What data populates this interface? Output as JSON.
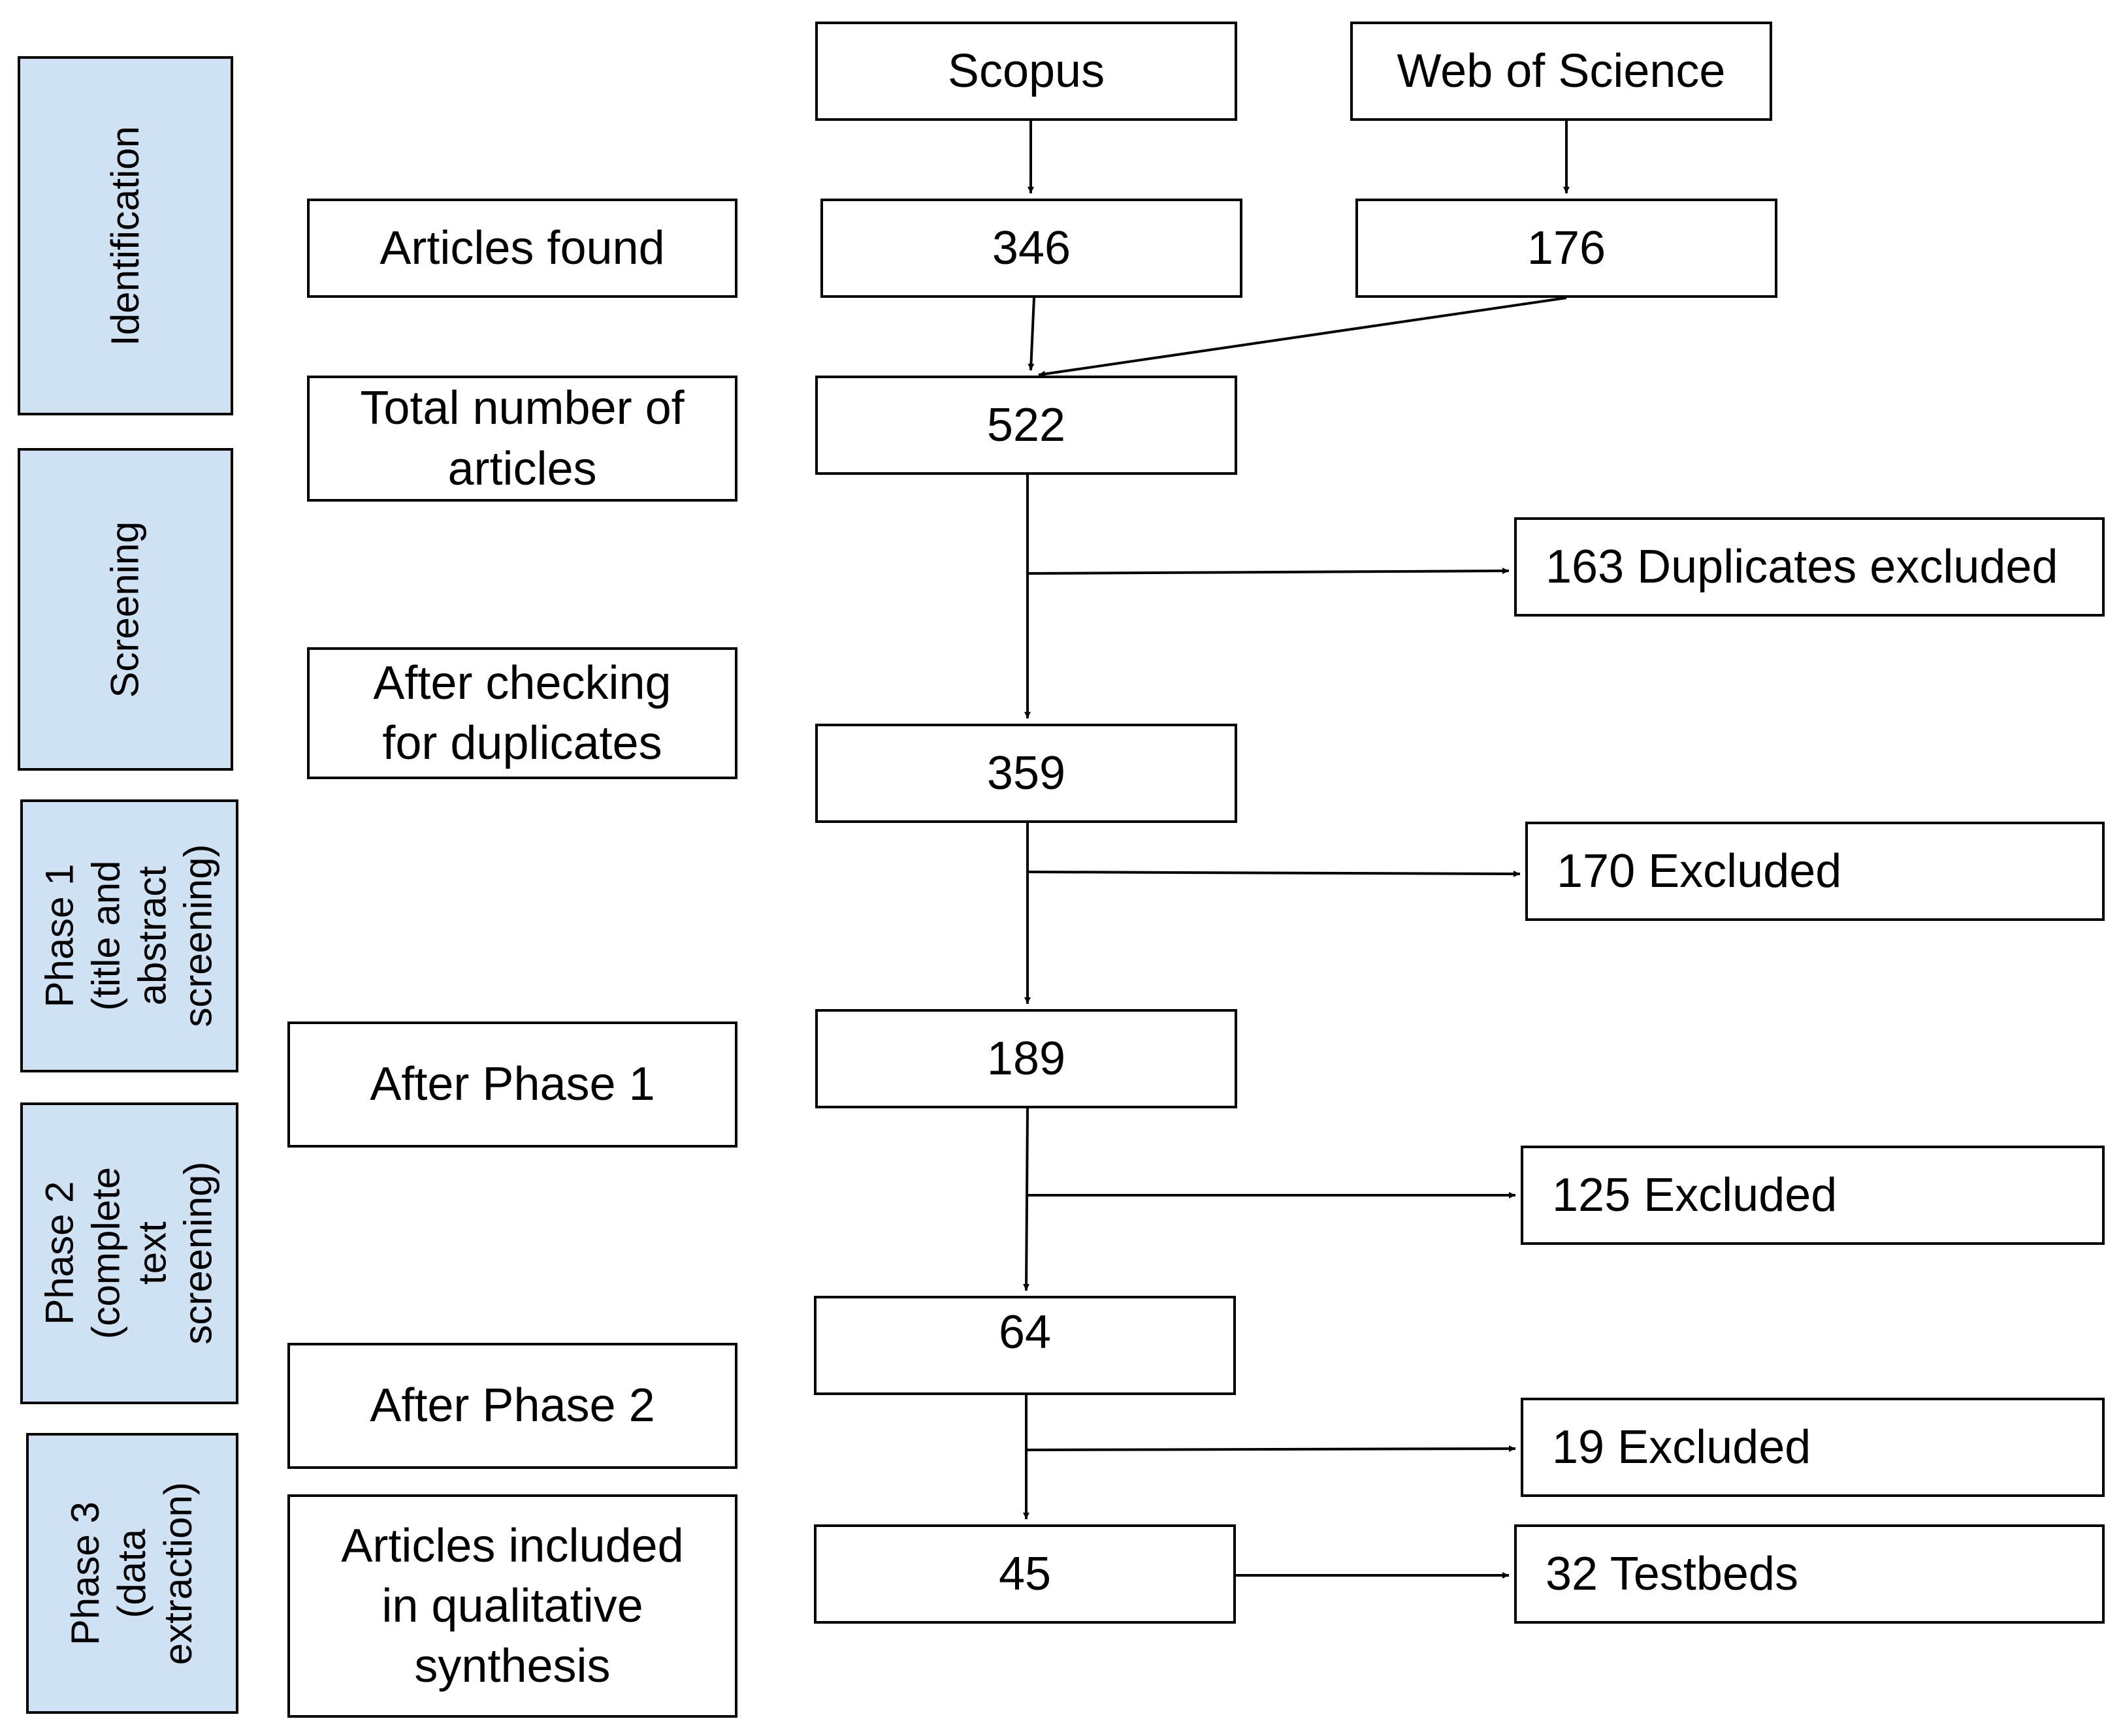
{
  "stages": {
    "identification": "Identification",
    "screening": "Screening",
    "phase1": "Phase 1\n(title and\nabstract\nscreening)",
    "phase2": "Phase 2\n(complete\ntext\nscreening)",
    "phase3": "Phase 3\n(data\nextraction)"
  },
  "labels": {
    "articles_found": "Articles found",
    "total_number": "Total number of\narticles",
    "after_duplicates": "After checking\nfor duplicates",
    "after_phase1": "After Phase 1",
    "after_phase2": "After Phase 2",
    "included": "Articles included\nin qualitative\nsynthesis"
  },
  "sources": {
    "scopus": "Scopus",
    "wos": "Web of Science"
  },
  "counts": {
    "scopus": "346",
    "wos": "176",
    "total": "522",
    "after_dup": "359",
    "after_p1": "189",
    "after_p2": "64",
    "final": "45"
  },
  "exclusions": {
    "duplicates": "163 Duplicates excluded",
    "phase1": "170 Excluded",
    "phase2": "125 Excluded",
    "phase3": "19 Excluded",
    "testbeds": "32 Testbeds"
  }
}
